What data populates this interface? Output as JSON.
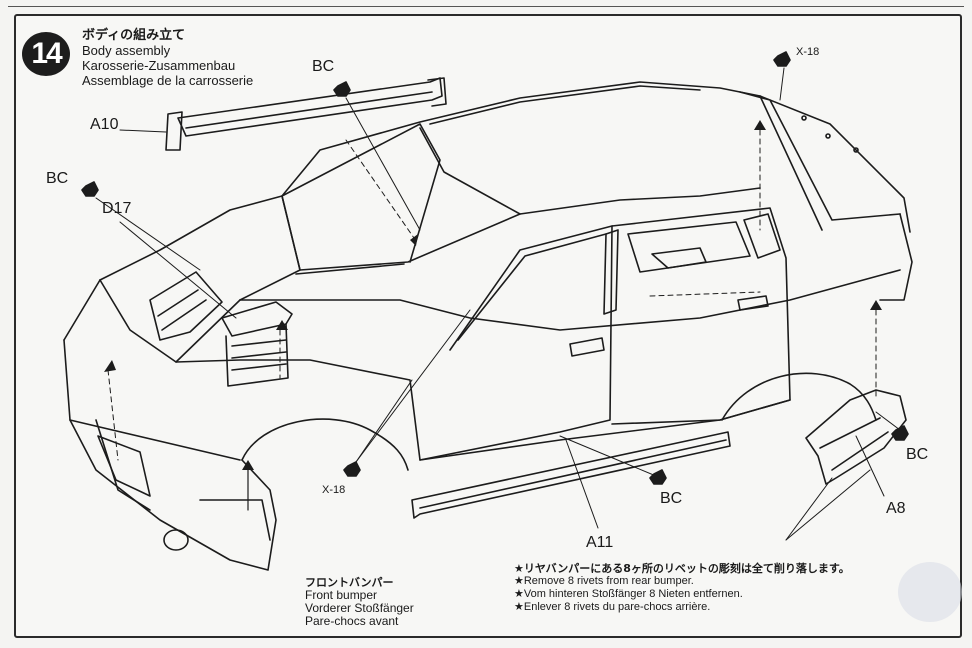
{
  "step": {
    "number": "14",
    "title_jp": "ボディの組み立て",
    "title_en": "Body assembly",
    "title_de": "Karosserie-Zusammenbau",
    "title_fr": "Assemblage de la carrosserie"
  },
  "labels": {
    "bc_top": "BC",
    "a10": "A10",
    "bc_left": "BC",
    "d17": "D17",
    "x18_top": "X-18",
    "x18_bottom": "X-18",
    "bc_bottom": "BC",
    "bc_right": "BC",
    "a8": "A8",
    "a11": "A11"
  },
  "front_bumper": {
    "jp": "フロントバンパー",
    "en": "Front bumper",
    "de": "Vorderer Stoßfänger",
    "fr": "Pare-chocs avant"
  },
  "rivet_note": {
    "jp": "★リヤバンパーにある8ヶ所のリベットの彫刻は全て削り落します。",
    "en": "★Remove 8 rivets from rear bumper.",
    "de": "★Vom hinteren Stoßfänger 8 Nieten entfernen.",
    "fr": "★Enlever 8 rivets du pare-chocs arrière."
  }
}
